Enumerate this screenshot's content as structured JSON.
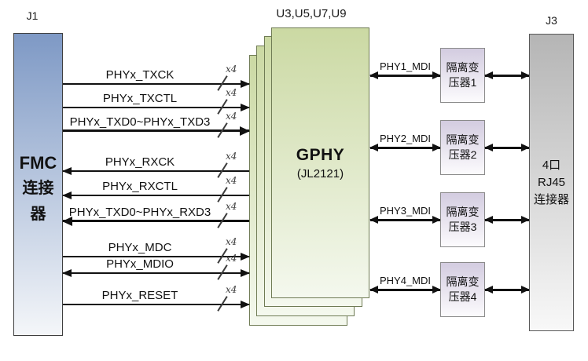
{
  "colors": {
    "fmc-top": "#7E99C5",
    "fmc-bottom": "#F4F6F9",
    "fmc-border": "#3F3F3F",
    "gphy-top": "#CBD9A3",
    "gphy-bottom": "#F4F8EE",
    "gphy-border": "#6F7B54",
    "xfmr-top": "#D3CCE0",
    "xfmr-bottom": "#FCFBFD",
    "xfmr-border": "#8B8B8B",
    "rj45-top": "#B5B5B5",
    "rj45-bottom": "#F8F8F8",
    "rj45-border": "#595959",
    "line": "#111111",
    "muted": "#3C3C3C"
  },
  "connectors": {
    "j1": "J1",
    "j3": "J3"
  },
  "fmc": {
    "name": "FMC",
    "type": "连接器"
  },
  "gphy": {
    "refs": "U3,U5,U7,U9",
    "name": "GPHY",
    "part": "(JL2121)"
  },
  "bus_width": "x4",
  "signals": [
    {
      "label": "PHYx_TXCK",
      "direction": "right"
    },
    {
      "label": "PHYx_TXCTL",
      "direction": "right"
    },
    {
      "label": "PHYx_TXD0~PHYx_TXD3",
      "direction": "right"
    },
    {
      "label": "PHYx_RXCK",
      "direction": "left"
    },
    {
      "label": "PHYx_RXCTL",
      "direction": "left"
    },
    {
      "label": "PHYx_TXD0~PHYx_RXD3",
      "direction": "left"
    },
    {
      "label": "PHYx_MDC",
      "direction": "right"
    },
    {
      "label": "PHYx_MDIO",
      "direction": "both"
    },
    {
      "label": "PHYx_RESET",
      "direction": "right"
    }
  ],
  "mdi_links": [
    {
      "label": "PHY1_MDI",
      "transformer": "隔离变压器1"
    },
    {
      "label": "PHY2_MDI",
      "transformer": "隔离变压器2"
    },
    {
      "label": "PHY3_MDI",
      "transformer": "隔离变压器3"
    },
    {
      "label": "PHY4_MDI",
      "transformer": "隔离变压器4"
    }
  ],
  "rj45": {
    "line1": "4口",
    "line2": "RJ45",
    "line3": "连接器"
  }
}
